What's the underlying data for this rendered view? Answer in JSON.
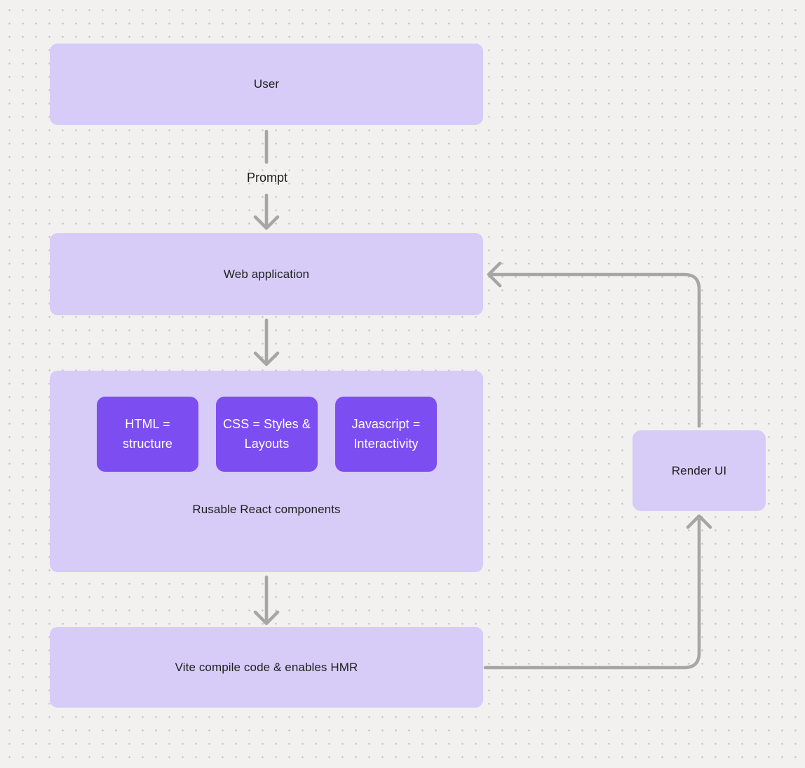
{
  "diagram": {
    "colors": {
      "background": "#f2f1ef",
      "dot_color": "#c7c4c1",
      "node_fill": "#d7ccf7",
      "accent_fill": "#7c4df0",
      "accent_text": "#ffffff",
      "arrow": "#a6a6a6",
      "label_text": "#1f1f1f"
    },
    "nodes": {
      "user": {
        "label": "User"
      },
      "web_application": {
        "label": "Web application"
      },
      "components_group": {
        "caption": "Rusable React components",
        "items": [
          {
            "label": "HTML = structure"
          },
          {
            "label": "CSS = Styles & Layouts"
          },
          {
            "label": "Javascript = Interactivity"
          }
        ]
      },
      "vite": {
        "label": "Vite compile code & enables HMR"
      },
      "render_ui": {
        "label": "Render UI"
      }
    },
    "edge_labels": {
      "prompt": "Prompt"
    }
  }
}
